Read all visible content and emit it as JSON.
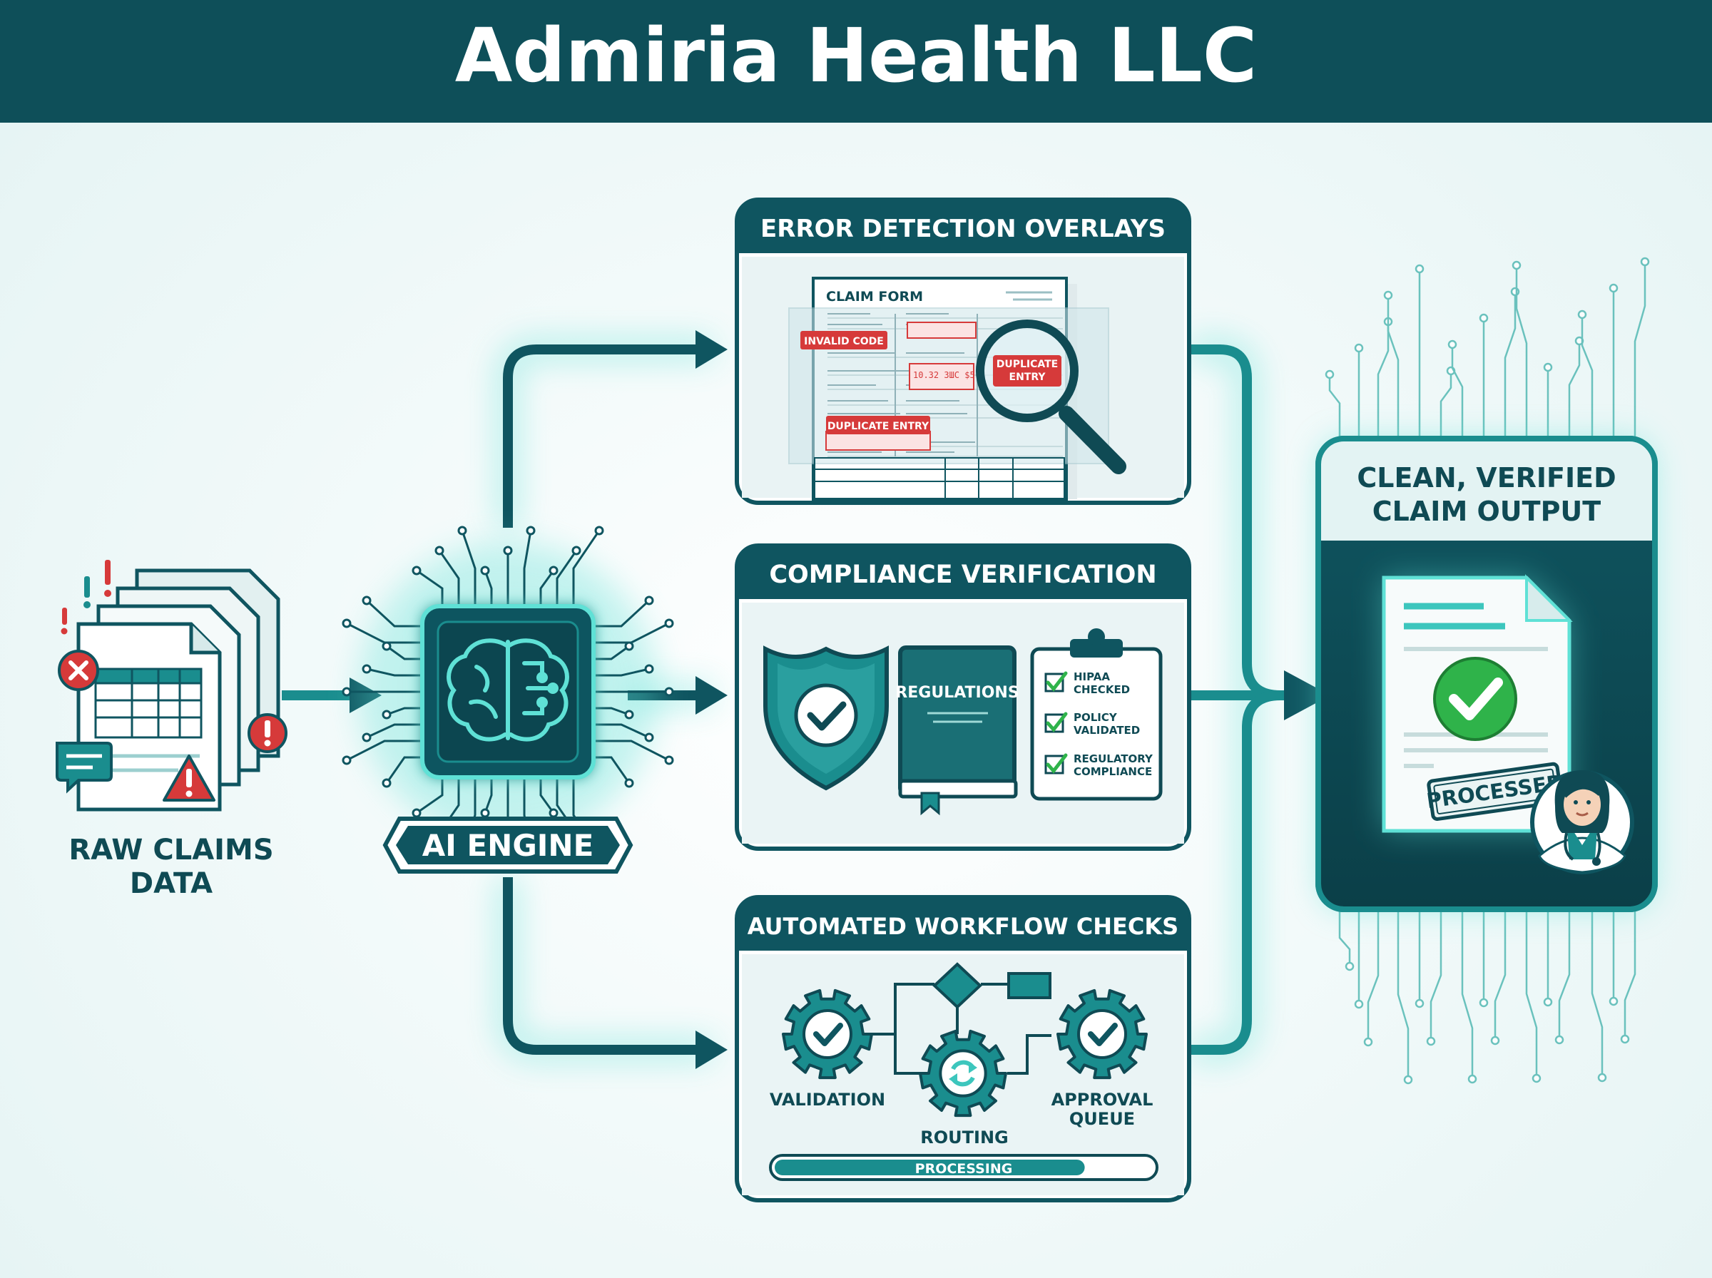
{
  "title": "Admiria Health LLC",
  "raw_claims": {
    "line1": "RAW CLAIMS",
    "line2": "DATA"
  },
  "ai_engine": {
    "label": "AI ENGINE"
  },
  "error_panel": {
    "title": "ERROR DETECTION OVERLAYS",
    "form_title": "CLAIM FORM",
    "badge_invalid": "INVALID CODE",
    "badge_duplicate_1": "DUPLICATE ENTRY",
    "badge_duplicate_2_line1": "DUPLICATE",
    "badge_duplicate_2_line2": "ENTRY",
    "amount_text": "10.32 3ШС $5"
  },
  "compliance_panel": {
    "title": "COMPLIANCE VERIFICATION",
    "book_label": "REGULATIONS",
    "checklist": [
      {
        "line1": "HIPAA",
        "line2": "CHECKED"
      },
      {
        "line1": "POLICY",
        "line2": "VALIDATED"
      },
      {
        "line1": "REGULATORY",
        "line2": "COMPLIANCE"
      }
    ]
  },
  "workflow_panel": {
    "title": "AUTOMATED WORKFLOW CHECKS",
    "validation": "VALIDATION",
    "routing": "ROUTING",
    "approval_line1": "APPROVAL",
    "approval_line2": "QUEUE",
    "progress_label": "PROCESSING",
    "progress_fraction": 0.82
  },
  "output_panel": {
    "title_line1": "CLEAN, VERIFIED",
    "title_line2": "CLAIM OUTPUT",
    "stamp": "PROCESSED"
  },
  "colors": {
    "header": "#0e4f59",
    "teal_dark": "#0f5560",
    "teal": "#1a8d8e",
    "teal_glow": "#5fe1d6",
    "alert_red": "#d63a3a",
    "success_green": "#2fb34a"
  }
}
